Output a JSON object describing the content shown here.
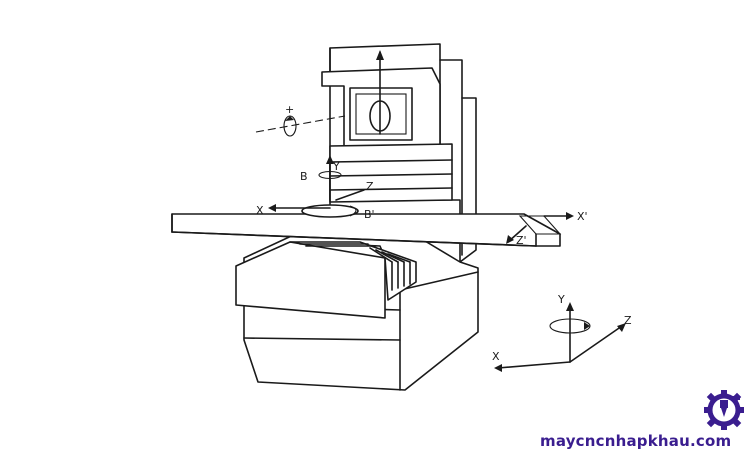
{
  "labels": {
    "plus": "+",
    "y": "Y",
    "b": "B",
    "z": "Z",
    "x": "X",
    "b_prime": "B'",
    "x_prime": "X'",
    "z_prime": "Z'",
    "ref_y": "Y",
    "ref_z": "Z",
    "ref_x": "X"
  },
  "brand": {
    "name": "maycncnhapkhau.com",
    "color": "#3a1d8f",
    "logo_icon": "gear-cnc-logo-icon"
  }
}
